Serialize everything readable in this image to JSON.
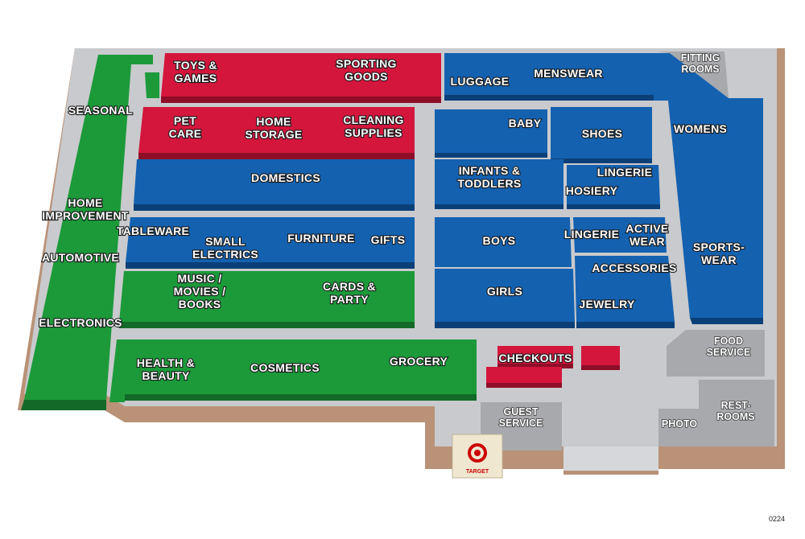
{
  "colors": {
    "red": "#d4163c",
    "blue": "#1461b0",
    "green": "#1c9a3a",
    "gray": "#a8a9ad",
    "brown": "#b99277",
    "aisle": "#d6d7da",
    "target_red": "#cc0000"
  },
  "departments": {
    "toys_games": [
      "TOYS &",
      "GAMES"
    ],
    "sporting_goods": [
      "SPORTING",
      "GOODS"
    ],
    "luggage": [
      "LUGGAGE"
    ],
    "menswear": [
      "MENSWEAR"
    ],
    "fitting_rooms": [
      "FITTING",
      "ROOMS"
    ],
    "seasonal": [
      "SEASONAL"
    ],
    "pet_care": [
      "PET",
      "CARE"
    ],
    "home_storage": [
      "HOME",
      "STORAGE"
    ],
    "cleaning_supplies": [
      "CLEANING",
      "SUPPLIES"
    ],
    "baby": [
      "BABY"
    ],
    "shoes": [
      "SHOES"
    ],
    "womens": [
      "WOMENS"
    ],
    "domestics": [
      "DOMESTICS"
    ],
    "infants_toddlers": [
      "INFANTS &",
      "TODDLERS"
    ],
    "lingerie_upper": [
      "LINGERIE"
    ],
    "hosiery": [
      "HOSIERY"
    ],
    "home_improvement": [
      "HOME",
      "IMPROVEMENT"
    ],
    "tableware": [
      "TABLEWARE"
    ],
    "small_electrics": [
      "SMALL",
      "ELECTRICS"
    ],
    "furniture": [
      "FURNITURE"
    ],
    "gifts": [
      "GIFTS"
    ],
    "boys": [
      "BOYS"
    ],
    "lingerie_lower": [
      "LINGERIE"
    ],
    "active_wear": [
      "ACTIVE",
      "WEAR"
    ],
    "sportswear": [
      "SPORTS-",
      "WEAR"
    ],
    "automotive": [
      "AUTOMOTIVE"
    ],
    "accessories": [
      "ACCESSORIES"
    ],
    "music_movies_books": [
      "MUSIC /",
      "MOVIES /",
      "BOOKS"
    ],
    "cards_party": [
      "CARDS &",
      "PARTY"
    ],
    "girls": [
      "GIRLS"
    ],
    "jewelry": [
      "JEWELRY"
    ],
    "electronics": [
      "ELECTRONICS"
    ],
    "food_service": [
      "FOOD",
      "SERVICE"
    ],
    "health_beauty": [
      "HEALTH &",
      "BEAUTY"
    ],
    "cosmetics": [
      "COSMETICS"
    ],
    "grocery": [
      "GROCERY"
    ],
    "checkouts": [
      "CHECKOUTS"
    ],
    "guest_service": [
      "GUEST",
      "SERVICE"
    ],
    "photo": [
      "PHOTO"
    ],
    "restrooms": [
      "REST-",
      "ROOMS"
    ]
  },
  "logo": {
    "text": "TARGET",
    "icon": "bullseye-icon"
  },
  "map_code": "0224"
}
